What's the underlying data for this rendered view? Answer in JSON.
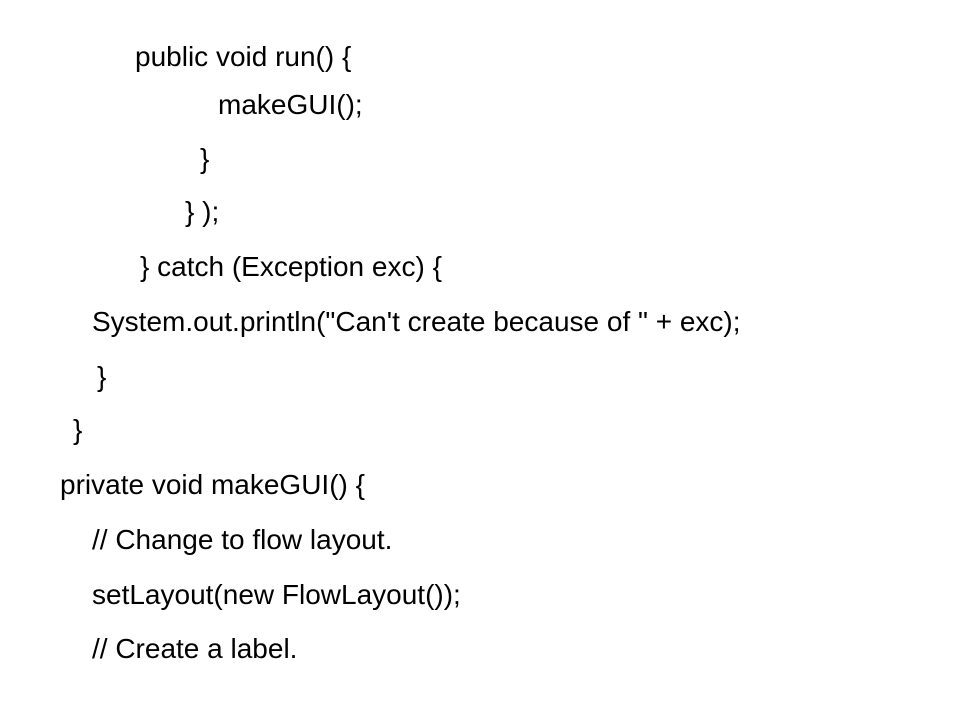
{
  "code": {
    "lines": [
      "public void run() {",
      "makeGUI();",
      "}",
      "} );",
      "} catch (Exception exc) {",
      "System.out.println(\"Can't create because of \" + exc);",
      "}",
      "}",
      "private void makeGUI() {",
      "// Change to flow layout.",
      "setLayout(new FlowLayout());",
      "// Create a label."
    ]
  },
  "colors": {
    "background": "#ffffff",
    "text": "#000000"
  }
}
